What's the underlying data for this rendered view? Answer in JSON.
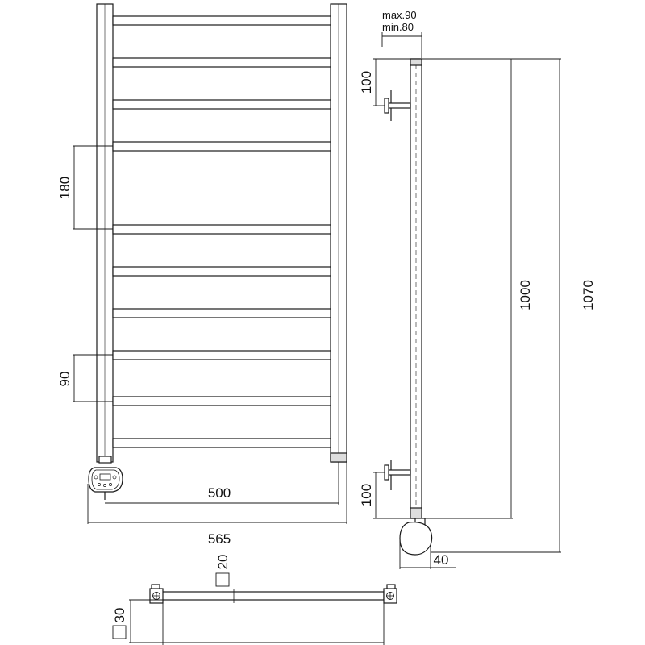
{
  "dimensions": {
    "rung_spacing_large": "180",
    "rung_spacing_small": "90",
    "inner_width": "500",
    "overall_width": "565",
    "wall_offset_max": "max.90",
    "wall_offset_min": "min.80",
    "bracket_top": "100",
    "bracket_bottom": "100",
    "rail_height": "1000",
    "overall_height": "1070",
    "heater_depth": "40",
    "rail_section": "20",
    "rung_section": "30"
  },
  "colors": {
    "line": "#1a1a1a",
    "fill": "#ffffff"
  }
}
